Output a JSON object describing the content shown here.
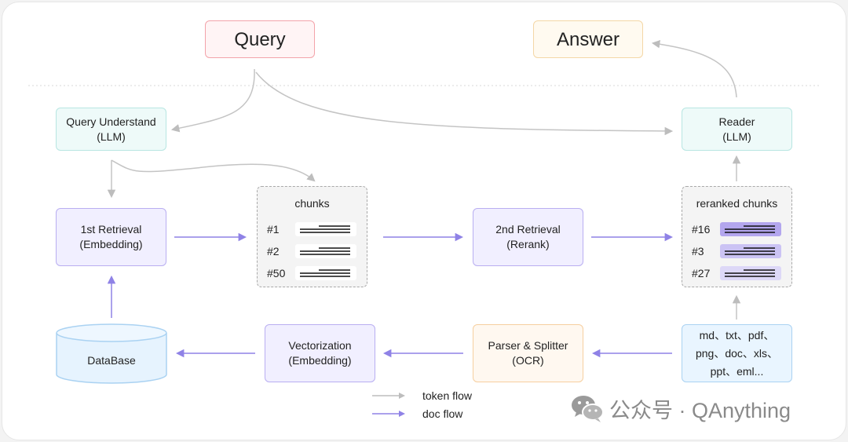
{
  "nodes": {
    "query": "Query",
    "answer": "Answer",
    "query_understand": [
      "Query Understand",
      "(LLM)"
    ],
    "reader": [
      "Reader",
      "(LLM)"
    ],
    "first_retrieval": [
      "1st Retrieval",
      "(Embedding)"
    ],
    "second_retrieval": [
      "2nd Retrieval",
      "(Rerank)"
    ],
    "database": "DataBase",
    "vectorization": [
      "Vectorization",
      "(Embedding)"
    ],
    "parser": [
      "Parser & Splitter",
      "(OCR)"
    ],
    "formats": [
      "md、txt、pdf、",
      "png、doc、xls、",
      "ppt、eml..."
    ]
  },
  "chunks": {
    "title": "chunks",
    "items": [
      "#1",
      "#2",
      "#50"
    ]
  },
  "reranked": {
    "title": "reranked chunks",
    "items": [
      "#16",
      "#3",
      "#27"
    ]
  },
  "legend": {
    "token_flow": "token flow",
    "doc_flow": "doc flow"
  },
  "colors": {
    "token_flow": "#bdbdbd",
    "doc_flow": "#8f82e6"
  },
  "watermark": "公众号 · QAnything"
}
